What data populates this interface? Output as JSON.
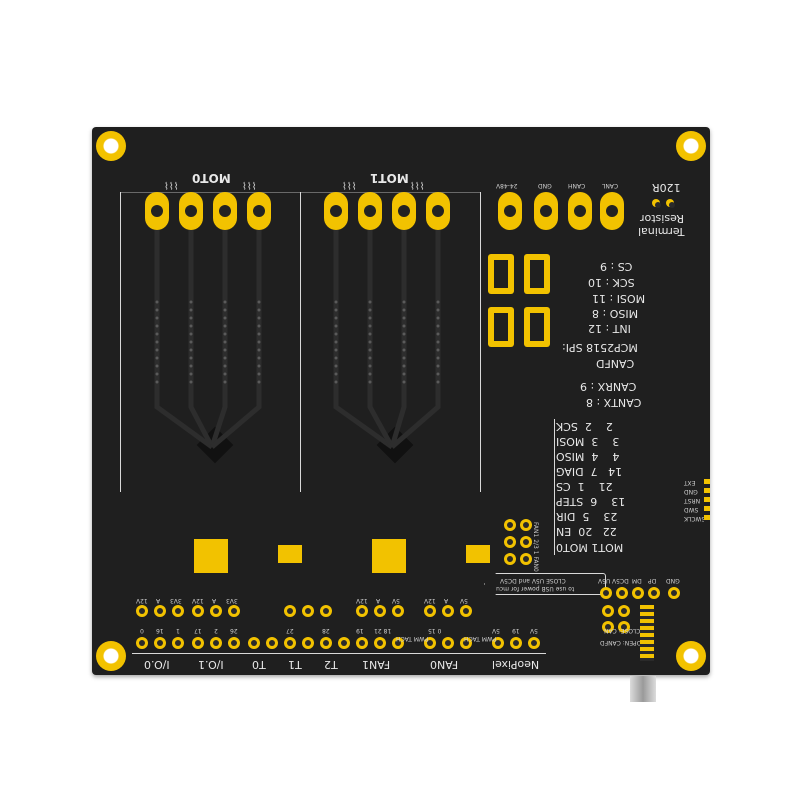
{
  "header": {
    "moto_label": "MOT0",
    "mot1_label": "MOT1",
    "power_labels": [
      "24-48V",
      "GND",
      "CANH",
      "CANL"
    ],
    "terminal_label": "120R",
    "resistor_label": "Resistor",
    "terminal_word": "Terminal"
  },
  "spi": {
    "cs": "CS : 9",
    "sck": "SCK : 10",
    "mosi": "MOSI : 11",
    "miso": "MISO : 8",
    "int": "INT : 12",
    "title": "MCP2518 SPI:",
    "canfd": "CANFD",
    "canrx": "CANRX : 9",
    "cantx": "CANTX : 8"
  },
  "pin_table": {
    "header": [
      "MOT0",
      "MOT1"
    ],
    "rows": [
      {
        "name": "SCK",
        "a": "2",
        "b": "2"
      },
      {
        "name": "MOSI",
        "a": "3",
        "b": "3"
      },
      {
        "name": "MISO",
        "a": "4",
        "b": "4"
      },
      {
        "name": "DIAG",
        "a": "7",
        "b": "14"
      },
      {
        "name": "CS",
        "a": "1",
        "b": "21"
      },
      {
        "name": "STEP",
        "a": "6",
        "b": "13"
      },
      {
        "name": "DIR",
        "a": "5",
        "b": "23"
      },
      {
        "name": "EN",
        "a": "20",
        "b": "22"
      }
    ]
  },
  "side_labels": [
    "EXT",
    "GND",
    "NRST",
    "SWD",
    "SWCLK"
  ],
  "usb": {
    "note_line1": "CLOSE U5V and DC5V",
    "note_line2": "to use USB power for mcu",
    "pins": [
      "U5V",
      "DC5V",
      "DM",
      "DP",
      "GND"
    ]
  },
  "fan_mini": "FAN1 2/3 1 FAN0",
  "can_jumper": {
    "close": "CLOSE: CAN",
    "open": "OPEN: CANFD"
  },
  "bottom": {
    "top_row": [
      "12V",
      "A",
      "3V3",
      "12V",
      "A",
      "3V3",
      "12V",
      "A",
      "5V",
      "12V",
      "A",
      "5V"
    ],
    "lower_row": [
      "0",
      "16",
      "1",
      "17",
      "2",
      "26",
      "27",
      "28",
      "19",
      "18 21",
      "PWM TACH",
      "0 15",
      "PWM TACH",
      "5V",
      "19",
      "5V"
    ],
    "sections": [
      "I/O.0",
      "I/O.1",
      "T0",
      "T1",
      "T2",
      "FAN1",
      "FAN0",
      "NeoPixel"
    ]
  },
  "colors": {
    "board": "#1f1f1f",
    "gold": "#f2c200",
    "silk": "#e8e8e8"
  }
}
